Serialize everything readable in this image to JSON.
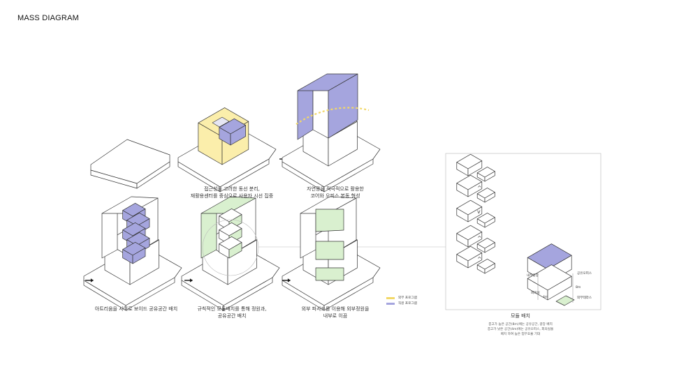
{
  "title": "MASS DIAGRAM",
  "colors": {
    "yellow": "#fbeeab",
    "purple": "#a5a5de",
    "green": "#d9f0cf",
    "line": "#333333",
    "frame": "#c8c8c8",
    "sun": "#f2d868"
  },
  "captions": {
    "step2": [
      "접근성을 고려한 동선 분리,",
      "재활용센터를 중심으로 사용자 시선 집중"
    ],
    "step3": [
      "자연광을 적극적으로 활용한",
      "코어와 오피스 본동 형성"
    ],
    "step4": [
      "아트리움을 사이로 보이드 공유공간 배치"
    ],
    "step5": [
      "규칙적인 모듈배치를 통해 정원과,",
      "공유공간 배치"
    ],
    "step6": [
      "외부 파사드를 이용해 외부정원을",
      "내부로 이끔"
    ]
  },
  "legend": [
    {
      "label": "외부 프로그램",
      "color": "#f2d868"
    },
    {
      "label": "직원 프로그램",
      "color": "#a5a5de"
    }
  ],
  "module_panel": {
    "title": "모듈 배치",
    "description": [
      "층고가 높은 공간(8m)에는 공유공간, 광장 배치",
      "층고가 낮은 공간(4m)에는 공유오피스, 회의실을",
      "배치 하여 높은 업무효율 기대"
    ],
    "labels": {
      "plaza": "내부광장",
      "office": "공유오피스",
      "meeting": "회의실",
      "terrace": "외부테라스",
      "h8": "8m",
      "h4": "4m"
    }
  }
}
